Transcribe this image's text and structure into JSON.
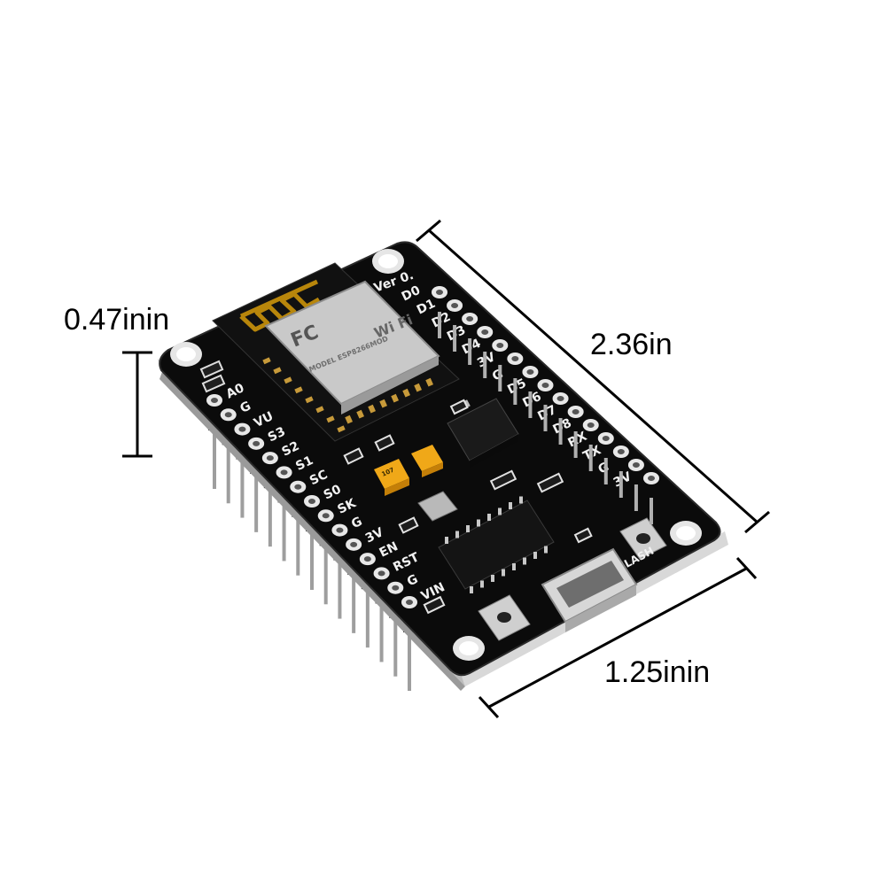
{
  "dimensions": {
    "height_label": "0.47inin",
    "length_label": "2.36in",
    "width_label": "1.25inin"
  },
  "board": {
    "version_label": "Ver 0.",
    "right_pins": [
      "D0",
      "D1",
      "D2",
      "D3",
      "D4",
      "3V",
      "G",
      "D5",
      "D6",
      "D7",
      "D8",
      "RX",
      "TX",
      "G",
      "3V"
    ],
    "left_pins": [
      "A0",
      "G",
      "VU",
      "S3",
      "S2",
      "S1",
      "SC",
      "S0",
      "SK",
      "G",
      "3V",
      "EN",
      "RST",
      "G",
      "VIN"
    ],
    "flash_button_label": "FLASH",
    "module_brand": "Wi Fi",
    "module_fc_mark": "FC",
    "module_model_text": "MODEL ESP8266MOD",
    "tantalum_cap_code": "107",
    "colors": {
      "pcb": "#0b0b0b",
      "pcb_edge": "#2a2a2a",
      "silkscreen": "#f2f2f2",
      "shield": "#c9c9c9",
      "antenna": "#b8860b",
      "tantalum": "#f0a818"
    }
  }
}
